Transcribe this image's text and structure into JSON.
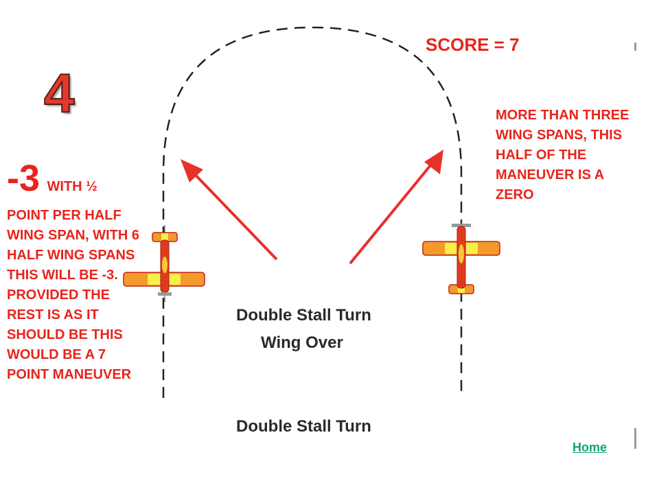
{
  "slide": {
    "number": "4",
    "score_text": "SCORE = 7",
    "right_note": "MORE THAN THREE WING SPANS, THIS HALF OF THE MANEUVER IS A ZERO",
    "deduction_value": "-3",
    "deduction_intro": "WITH ½",
    "left_note": "POINT PER HALF WING SPAN, WITH 6 HALF WING SPANS THIS WILL BE -3. PROVIDED THE REST IS AS IT SHOULD BE THIS WOULD BE A 7 POINT MANEUVER",
    "home_link": "Home"
  },
  "diagram": {
    "labels": [
      "Double Stall Turn",
      "Wing Over",
      "Double Stall Turn"
    ],
    "icons": [
      "airplane-icon",
      "arrow-icon"
    ],
    "colors": {
      "annotation": "#e8241c",
      "arrow": "#e8302a",
      "path": "#222222",
      "plane_body": "#e03a1e",
      "plane_wing": "#f39a2a",
      "plane_center": "#f6f04a",
      "label": "#2a2a2a",
      "link": "#0fa37a"
    }
  }
}
